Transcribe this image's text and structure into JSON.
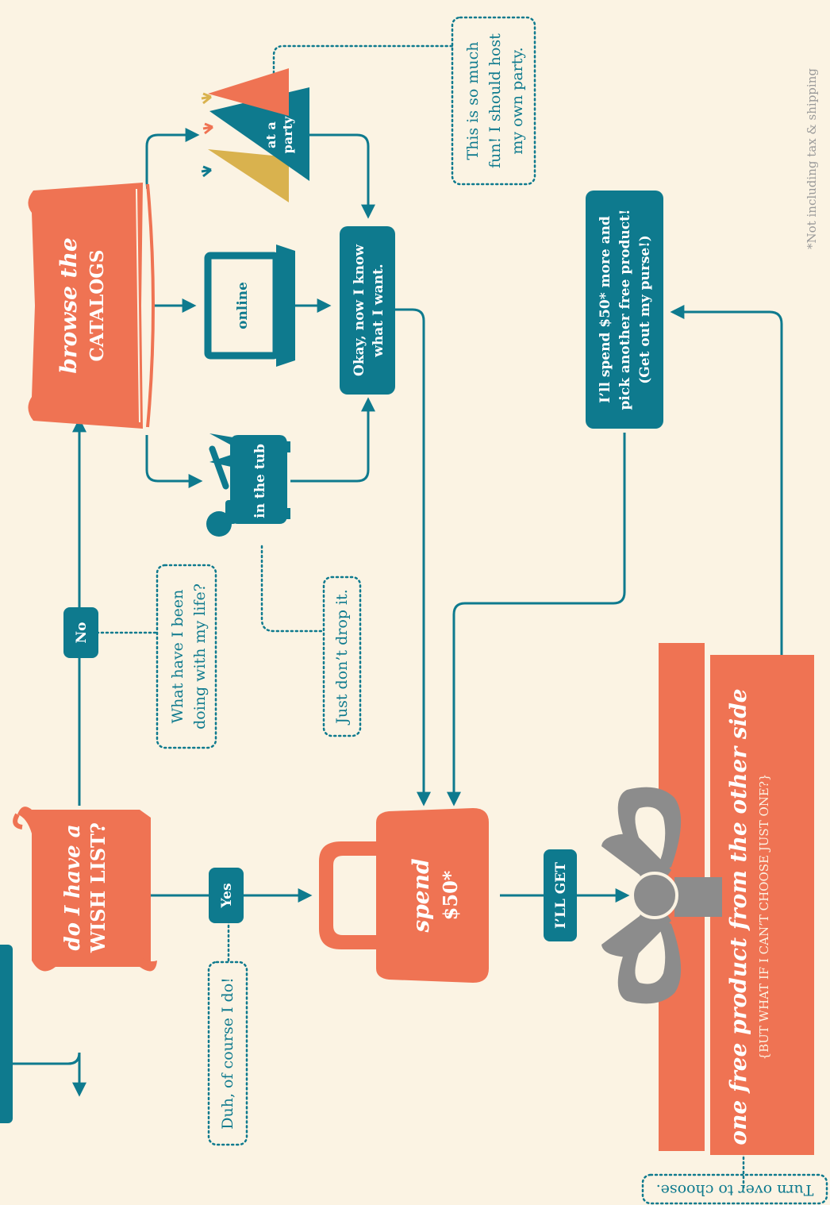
{
  "colors": {
    "background": "#fbf3e3",
    "teal": "#0e7a8e",
    "coral": "#ef7353",
    "mustard": "#d9b24e",
    "gray": "#8c8c8c",
    "white": "#ffffff"
  },
  "start_label": "",
  "wish_list": {
    "line1": "do I have a",
    "line2": "WISH LIST?"
  },
  "yes_label": "Yes",
  "no_label": "No",
  "yes_note": "Duh, of course I do!",
  "no_note": {
    "line1": "What have I been",
    "line2": "doing with my life?"
  },
  "catalogs": {
    "line1": "browse the",
    "line2": "CATALOGS"
  },
  "tub_label": "in the tub",
  "tub_note": "Just don’t drop it.",
  "online_label": "online",
  "party_label": {
    "line1": "at a",
    "line2": "party"
  },
  "party_note": {
    "line1": "This is so much",
    "line2": "fun! I should host",
    "line3": "my own party."
  },
  "know_box": {
    "line1": "Okay, now I know",
    "line2": "what I want."
  },
  "spend": {
    "line1": "spend",
    "line2": "$50*"
  },
  "get_label": "I’LL GET",
  "free_product": "one free product from the other side",
  "cant_choose": "{BUT WHAT IF I CAN’T CHOOSE JUST ONE?}",
  "spend_more": {
    "line1": "I’ll spend $50* more and",
    "line2": "pick another free product!",
    "line3": "(Get out my purse!)"
  },
  "turn_over": "Turn over to choose.",
  "footnote": "*Not including tax & shipping"
}
